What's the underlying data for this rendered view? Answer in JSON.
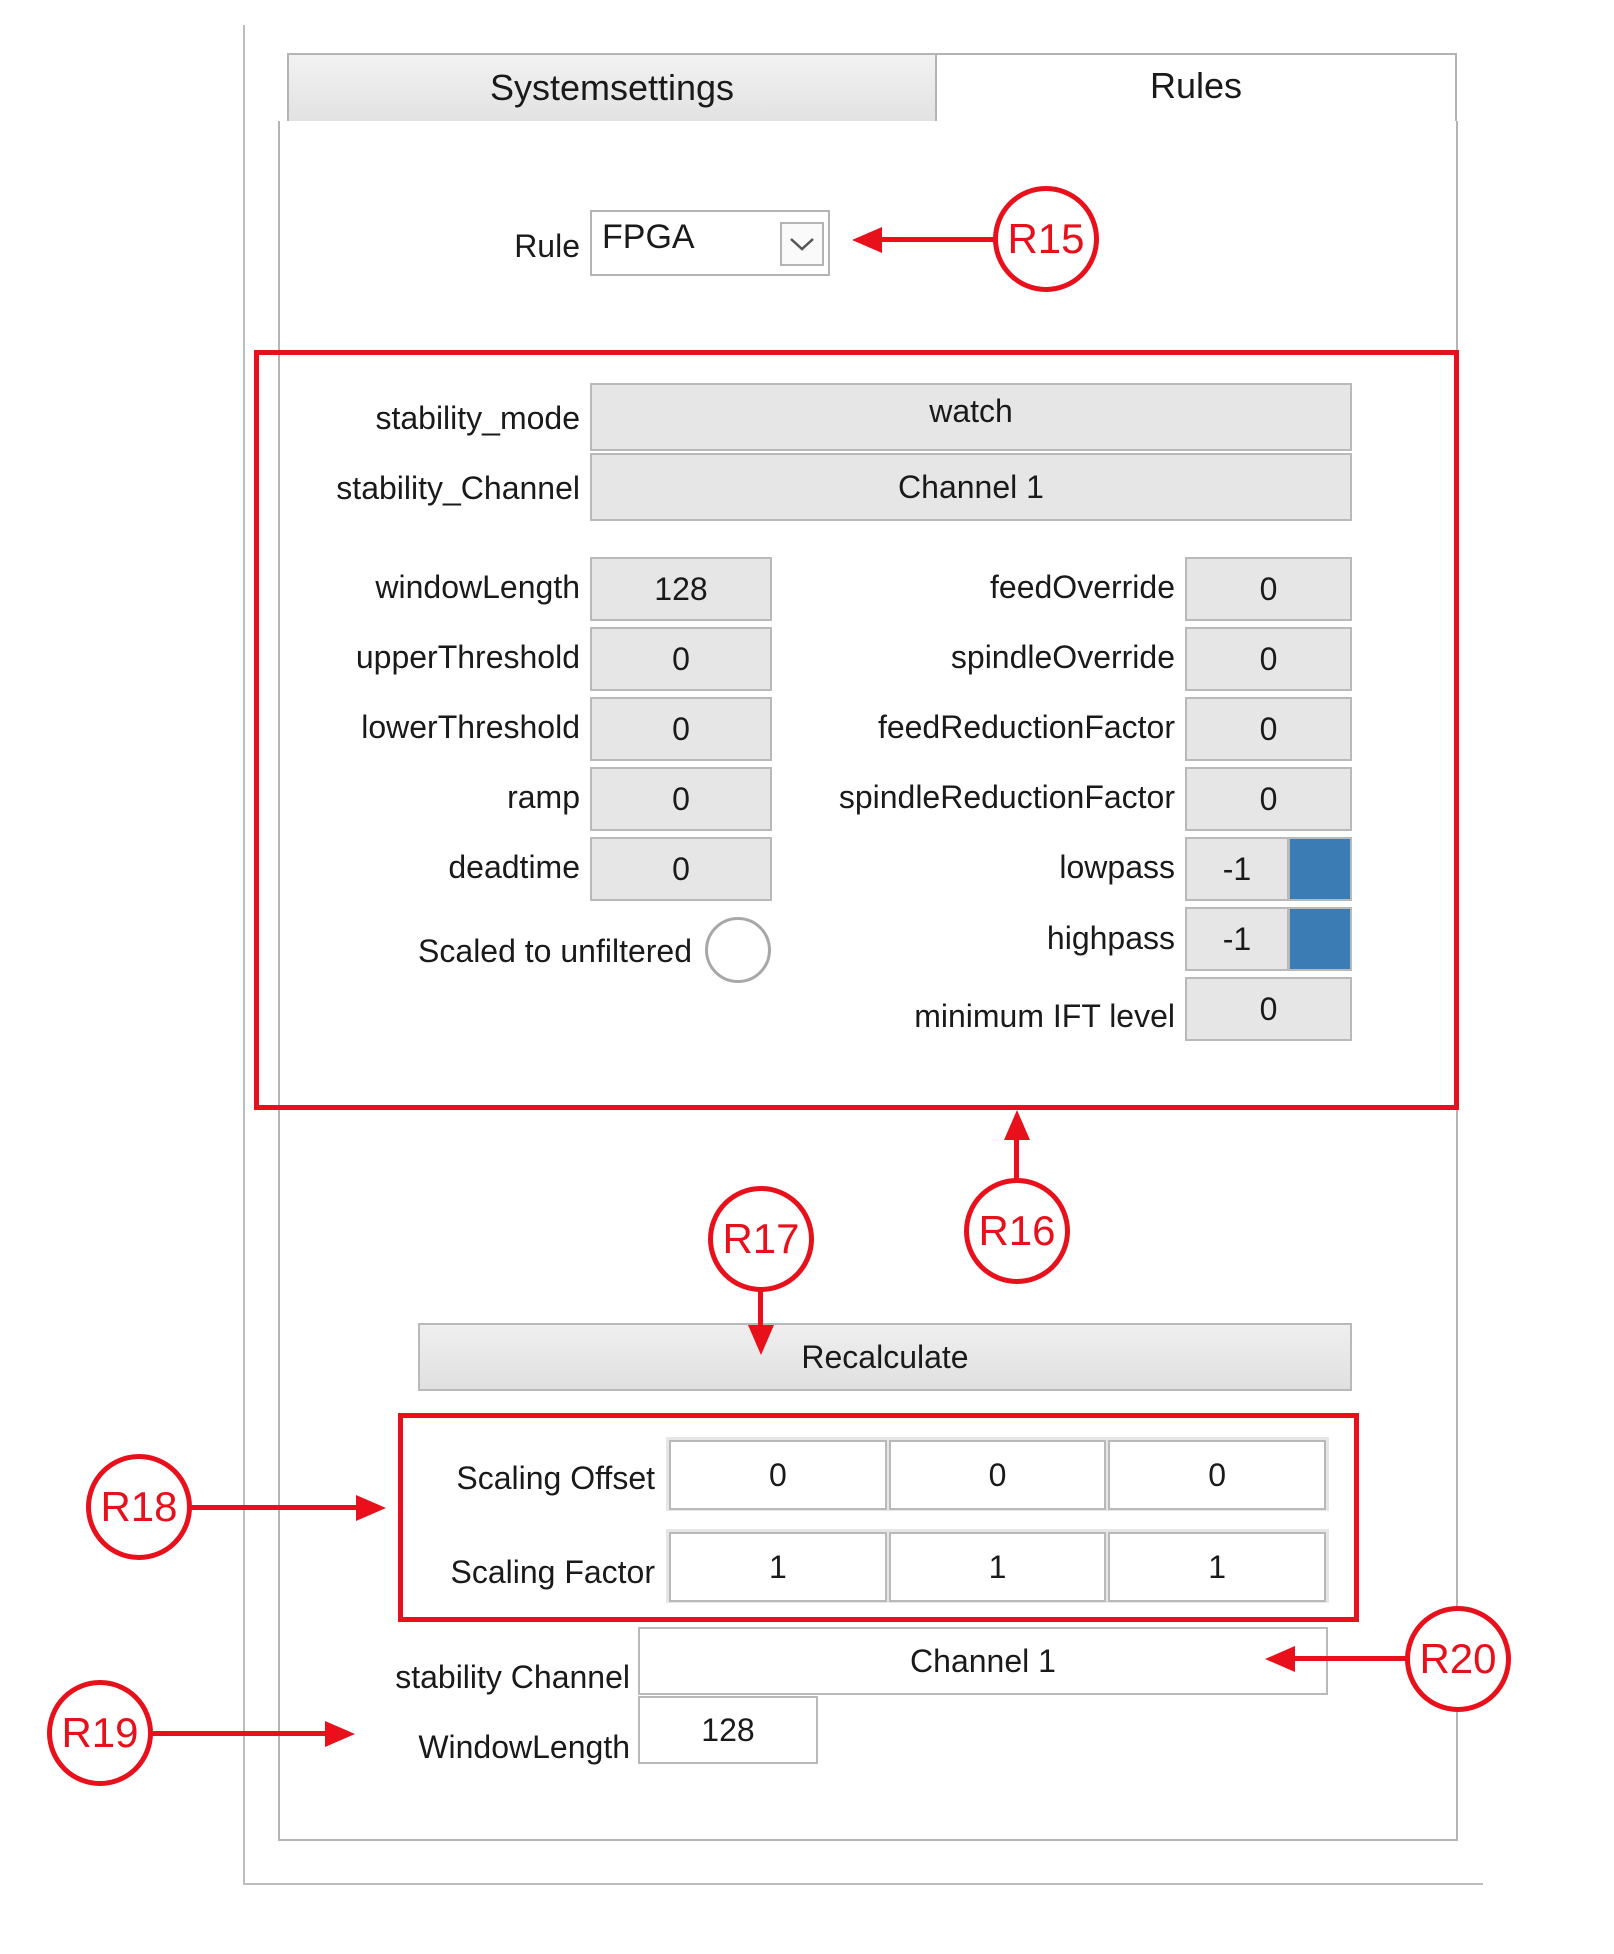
{
  "tabs": [
    {
      "label": "Systemsettings",
      "active": false
    },
    {
      "label": "Rules",
      "active": true
    }
  ],
  "rule": {
    "label": "Rule",
    "value": "FPGA"
  },
  "stability": {
    "mode_label": "stability_mode",
    "mode_value": "watch",
    "channel_label": "stability_Channel",
    "channel_value": "Channel 1"
  },
  "params_left": [
    {
      "label": "windowLength",
      "value": "128"
    },
    {
      "label": "upperThreshold",
      "value": "0"
    },
    {
      "label": "lowerThreshold",
      "value": "0"
    },
    {
      "label": "ramp",
      "value": "0"
    },
    {
      "label": "deadtime",
      "value": "0"
    }
  ],
  "params_right": [
    {
      "label": "feedOverride",
      "value": "0"
    },
    {
      "label": "spindleOverride",
      "value": "0"
    },
    {
      "label": "feedReductionFactor",
      "value": "0"
    },
    {
      "label": "spindleReductionFactor",
      "value": "0"
    },
    {
      "label": "lowpass",
      "value": "-1"
    },
    {
      "label": "highpass",
      "value": "-1"
    },
    {
      "label": "minimum IFT level",
      "value": "0"
    }
  ],
  "scaled_label": "Scaled to unfiltered",
  "recalculate_label": "Recalculate",
  "scaling": {
    "offset_label": "Scaling Offset",
    "offset_values": [
      "0",
      "0",
      "0"
    ],
    "factor_label": "Scaling Factor",
    "factor_values": [
      "1",
      "1",
      "1"
    ]
  },
  "bottom": {
    "channel_label": "stability Channel",
    "channel_value": "Channel 1",
    "window_label": "WindowLength",
    "window_value": "128"
  },
  "callouts": [
    "R15",
    "R16",
    "R17",
    "R18",
    "R19",
    "R20"
  ],
  "icons": {
    "dropdown": "chevron-down-icon",
    "color_swatch": "blue"
  },
  "colors": {
    "annotation": "#e8101a",
    "swatch": "#3c7cb4"
  }
}
